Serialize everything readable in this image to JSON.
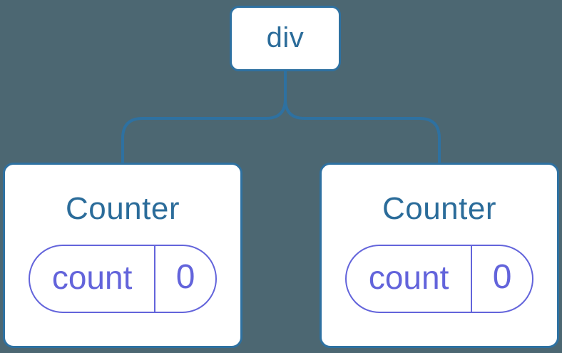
{
  "colors": {
    "background": "#4C6772",
    "line": "#2E71A1",
    "node_border": "#2E71A1",
    "node_background": "#FFFFFF",
    "node_text": "#2B6C9A",
    "state_accent": "#6364DB"
  },
  "tree": {
    "root": {
      "label": "div"
    },
    "children": [
      {
        "label": "Counter",
        "state": {
          "name": "count",
          "value": "0"
        }
      },
      {
        "label": "Counter",
        "state": {
          "name": "count",
          "value": "0"
        }
      }
    ]
  }
}
